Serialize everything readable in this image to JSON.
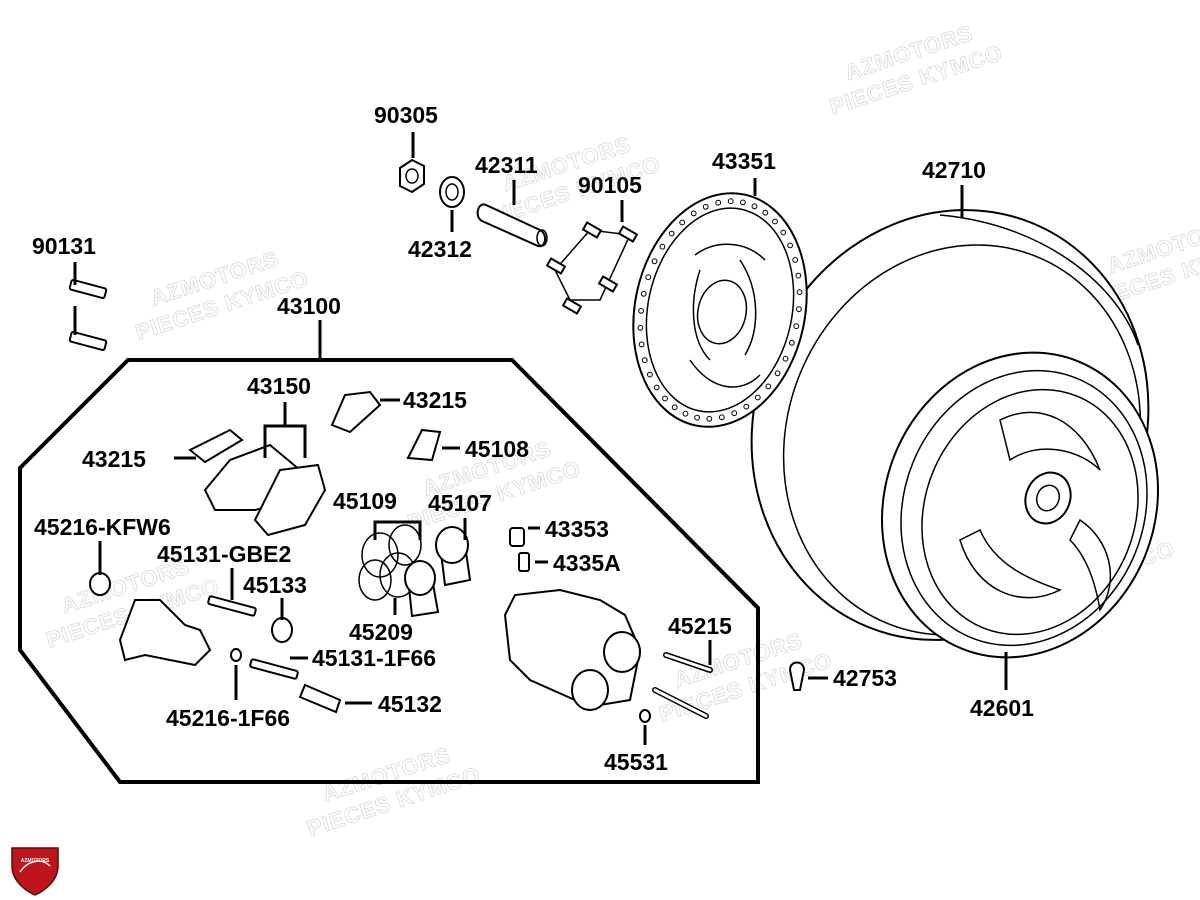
{
  "diagram_title": "",
  "watermark": {
    "line1": "AZMOTORS",
    "line2": "PIECES KYMCO"
  },
  "logo": {
    "text": "AZMOTORS",
    "color": "#c0141c"
  },
  "callouts": [
    {
      "id": "c-90305",
      "label": "90305"
    },
    {
      "id": "c-42311",
      "label": "42311"
    },
    {
      "id": "c-42312",
      "label": "42312"
    },
    {
      "id": "c-90105",
      "label": "90105"
    },
    {
      "id": "c-43351",
      "label": "43351"
    },
    {
      "id": "c-42710",
      "label": "42710"
    },
    {
      "id": "c-90131",
      "label": "90131"
    },
    {
      "id": "c-43100",
      "label": "43100"
    },
    {
      "id": "c-43150",
      "label": "43150"
    },
    {
      "id": "c-43215a",
      "label": "43215"
    },
    {
      "id": "c-43215b",
      "label": "43215"
    },
    {
      "id": "c-45108",
      "label": "45108"
    },
    {
      "id": "c-45109",
      "label": "45109"
    },
    {
      "id": "c-45107",
      "label": "45107"
    },
    {
      "id": "c-45216-kfw6",
      "label": "45216-KFW6"
    },
    {
      "id": "c-45131-gbe2",
      "label": "45131-GBE2"
    },
    {
      "id": "c-45133",
      "label": "45133"
    },
    {
      "id": "c-43353",
      "label": "43353"
    },
    {
      "id": "c-4335a",
      "label": "4335A"
    },
    {
      "id": "c-45209",
      "label": "45209"
    },
    {
      "id": "c-45215",
      "label": "45215"
    },
    {
      "id": "c-45131-1f66",
      "label": "45131-1F66"
    },
    {
      "id": "c-42753",
      "label": "42753"
    },
    {
      "id": "c-45132",
      "label": "45132"
    },
    {
      "id": "c-45216-1f66",
      "label": "45216-1F66"
    },
    {
      "id": "c-42601",
      "label": "42601"
    },
    {
      "id": "c-45531",
      "label": "45531"
    }
  ]
}
